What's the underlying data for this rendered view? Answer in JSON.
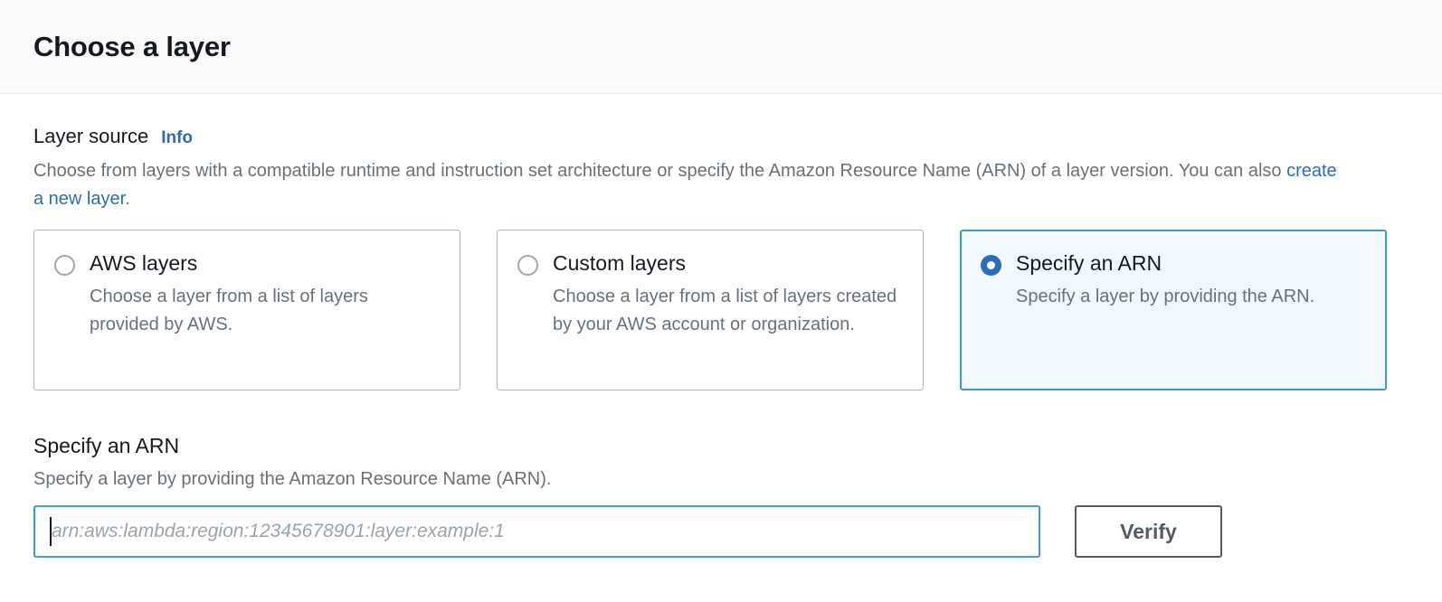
{
  "header": {
    "title": "Choose a layer"
  },
  "layer_source": {
    "label": "Layer source",
    "info_label": "Info",
    "description_before": "Choose from layers with a compatible runtime and instruction set architecture or specify the Amazon Resource Name (ARN) of a layer version. You can also ",
    "description_link": "create a new layer",
    "description_after": ".",
    "options": [
      {
        "title": "AWS layers",
        "description": "Choose a layer from a list of layers provided by AWS.",
        "selected": false
      },
      {
        "title": "Custom layers",
        "description": "Choose a layer from a list of layers created by your AWS account or organization.",
        "selected": false
      },
      {
        "title": "Specify an ARN",
        "description": "Specify a layer by providing the ARN.",
        "selected": true
      }
    ]
  },
  "arn_section": {
    "title": "Specify an ARN",
    "description": "Specify a layer by providing the Amazon Resource Name (ARN).",
    "input_value": "",
    "input_placeholder": "arn:aws:lambda:region:12345678901:layer:example:1",
    "verify_label": "Verify"
  },
  "colors": {
    "accent_blue": "#2a6ebb",
    "link_blue": "#2d6cb5",
    "selected_border": "#3b9ccb",
    "selected_bg": "#f1f8fe",
    "card_border": "#aab7b8",
    "text_dark": "#16191f",
    "text_muted": "#687078",
    "button_border": "#545b64",
    "header_bg": "#fafafa"
  }
}
